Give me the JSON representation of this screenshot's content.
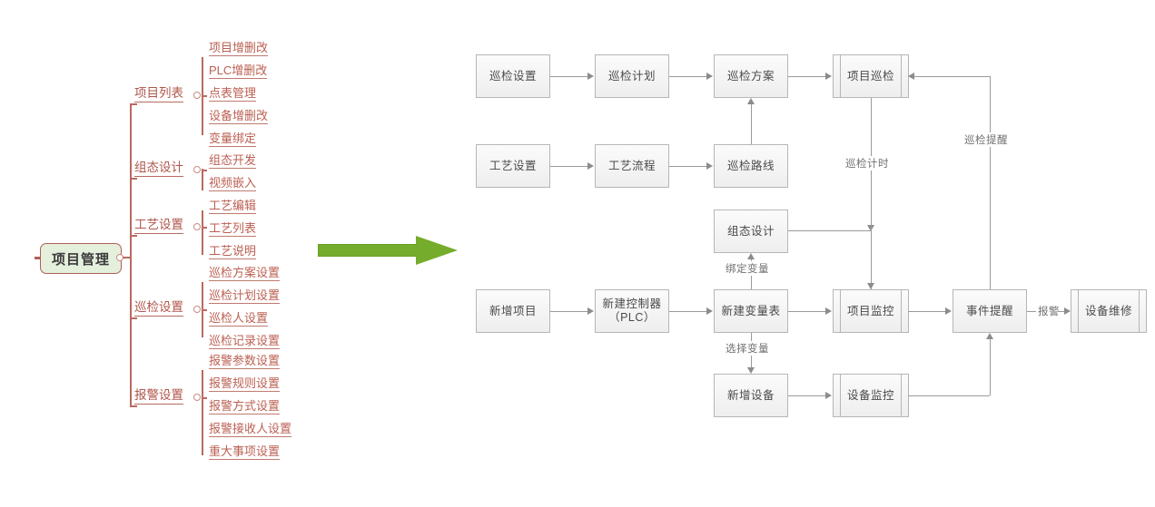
{
  "diagram": {
    "title_root": "项目管理",
    "mindmap": {
      "branches": [
        {
          "label": "项目列表",
          "children": [
            "项目增删改",
            "PLC增删改",
            "点表管理",
            "设备增删改",
            "变量绑定"
          ]
        },
        {
          "label": "组态设计",
          "children": [
            "组态开发",
            "视频嵌入"
          ]
        },
        {
          "label": "工艺设置",
          "children": [
            "工艺编辑",
            "工艺列表",
            "工艺说明"
          ]
        },
        {
          "label": "巡检设置",
          "children": [
            "巡检方案设置",
            "巡检计划设置",
            "巡检人设置",
            "巡检记录设置"
          ]
        },
        {
          "label": "报警设置",
          "children": [
            "报警参数设置",
            "报警规则设置",
            "报警方式设置",
            "报警接收人设置",
            "重大事项设置"
          ]
        }
      ]
    },
    "arrow": {
      "name": "green-right-arrow",
      "color": "#76ac2b"
    },
    "flowchart": {
      "nodes": {
        "n1": "巡检设置",
        "n2": "巡检计划",
        "n3": "巡检方案",
        "n4": "项目巡检",
        "n5": "工艺设置",
        "n6": "工艺流程",
        "n7": "巡检路线",
        "n8": "组态设计",
        "n9": "新增项目",
        "n10": "新建控制器\n（PLC）",
        "n10a": "新建控制器",
        "n10b": "（PLC）",
        "n11": "新建变量表",
        "n12": "项目监控",
        "n13": "事件提醒",
        "n14": "设备维修",
        "n15": "新增设备",
        "n16": "设备监控"
      },
      "edge_labels": {
        "e_patrol_timer": "巡检计时",
        "e_patrol_remind": "巡检提醒",
        "e_bind_var": "绑定变量",
        "e_select_var": "选择变量",
        "e_alarm": "报警"
      }
    },
    "colors": {
      "mindmap_line": "#b86a60",
      "mindmap_text": "#bb5f52",
      "root_fill": "#e4efdc",
      "root_border": "#b05f55",
      "box_border": "#b6b6b6",
      "flow_line": "#9a9a9a",
      "arrow_green": "#76ac2b"
    }
  }
}
